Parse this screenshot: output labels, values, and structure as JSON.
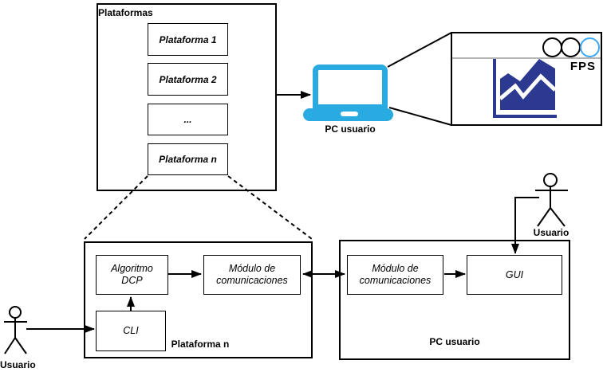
{
  "colors": {
    "laptop_cyan": "#29ABE2",
    "chart_navy": "#2B3990",
    "window_circle_blue": "#3FA9F5",
    "line_black": "#000000"
  },
  "platforms_panel": {
    "title": "Plataformas",
    "items": [
      {
        "label": "Plataforma 1"
      },
      {
        "label": "Plataforma 2"
      },
      {
        "label": "..."
      },
      {
        "label": "Plataforma n"
      }
    ]
  },
  "laptop": {
    "icon": "laptop-icon",
    "label": "PC usuario"
  },
  "fps_window": {
    "title": "FPS",
    "icon": "area-chart-icon",
    "window_buttons": [
      "circle",
      "circle",
      "circle"
    ]
  },
  "platform_detail": {
    "label": "Plataforma n",
    "algoritmo_box": "Algoritmo DCP",
    "cli_box": "CLI",
    "comms_box": "Módulo de comunicaciones"
  },
  "pc_detail": {
    "label": "PC usuario",
    "comms_box": "Módulo de comunicaciones",
    "gui_box": "GUI"
  },
  "actors": {
    "left": {
      "icon": "person-stick-figure-icon",
      "label": "Usuario"
    },
    "right": {
      "icon": "person-stick-figure-icon",
      "label": "Usuario"
    }
  }
}
